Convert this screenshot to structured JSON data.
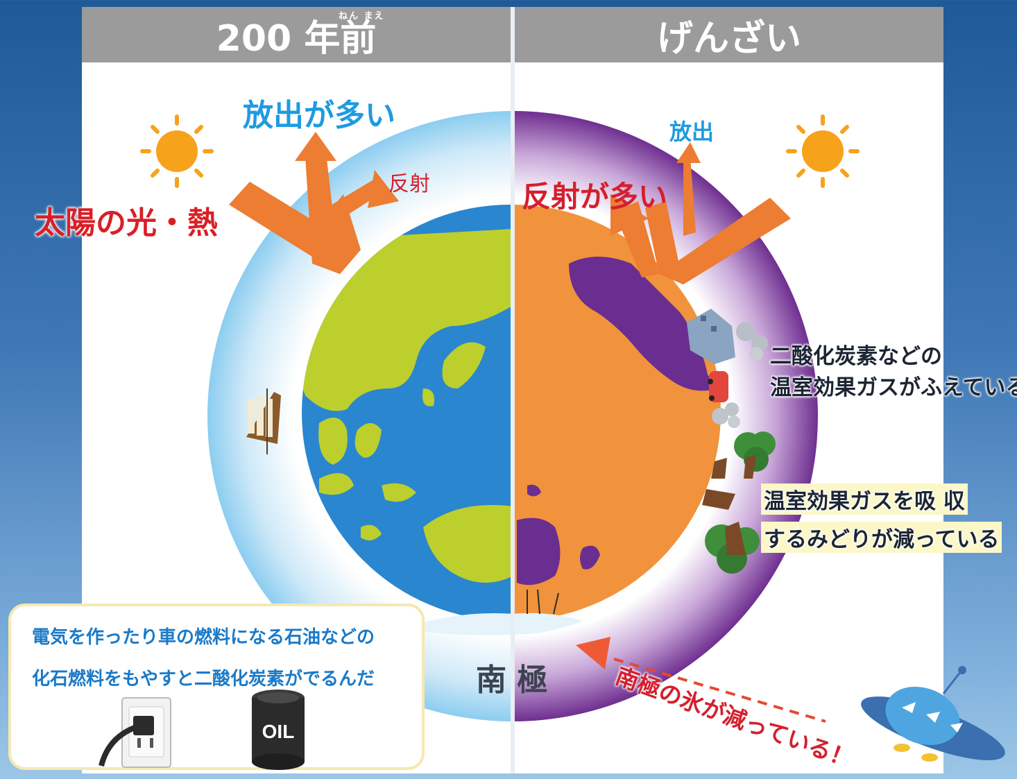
{
  "header": {
    "left_title": "200 年前",
    "left_ruby": "ねん まえ",
    "right_title": "げんざい"
  },
  "left_panel": {
    "emission_label": "放出が多い",
    "reflection_label": "反射",
    "sunlight_label": "太陽の光・熱"
  },
  "right_panel": {
    "emission_label": "放出",
    "reflection_label": "反射が多い",
    "co2_label_line1": "二酸化炭素などの",
    "co2_label_line2": "温室効果ガスがふえている",
    "greenery_label_line1": "温室効果ガスを吸 収",
    "greenery_label_line2": "するみどりが減っている",
    "ice_label": "南極の氷が減っている！"
  },
  "south_pole_label": "南 極",
  "note": {
    "line1": "電気を作ったり車の燃料になる石油などの",
    "line2": "化石燃料をもやすと二酸化炭素がでるんだ",
    "barrel_text": "OIL"
  },
  "colors": {
    "ocean": "#2a86cf",
    "land_past": "#bccf2c",
    "earth_now": "#f1933c",
    "land_now": "#6a2e91",
    "arrow": "#ec7d32",
    "sun": "#f7a21b",
    "atmosphere_now": "#7a3e98"
  }
}
